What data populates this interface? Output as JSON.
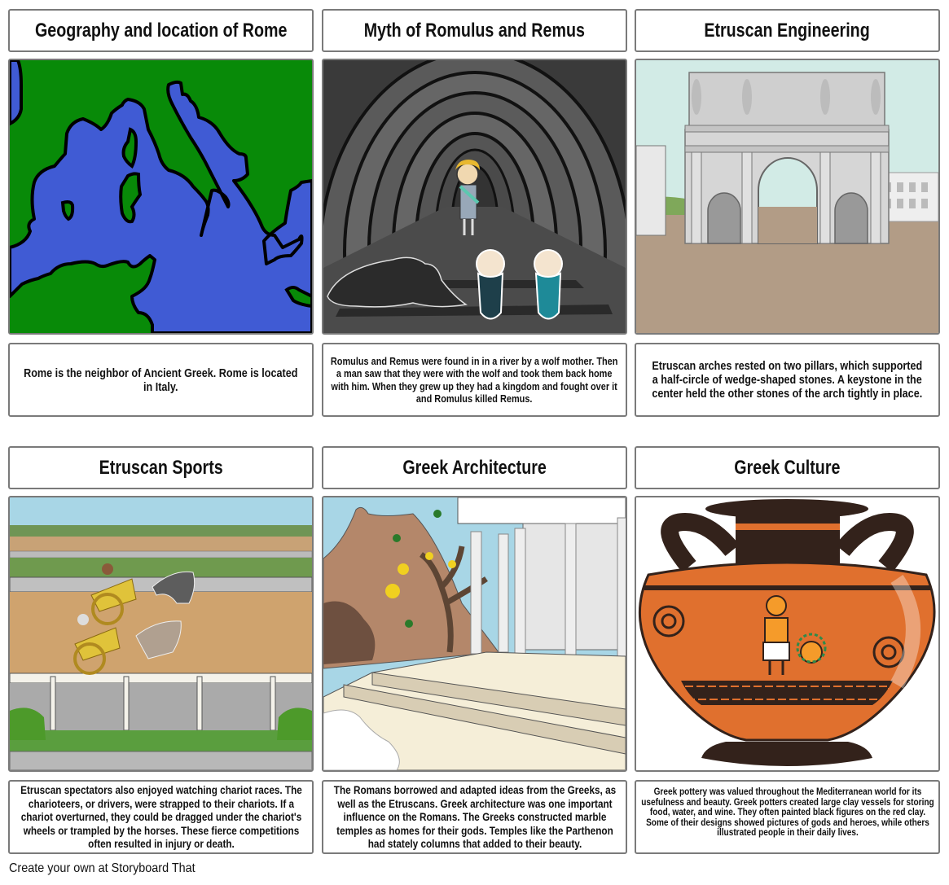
{
  "storyboard": {
    "cells": [
      {
        "title": "Geography and location of Rome",
        "scene": "map-of-italy-mediterranean",
        "description": "Rome is the neighbor of Ancient Greek. Rome is located in Italy."
      },
      {
        "title": "Myth of Romulus and Remus",
        "scene": "cave-with-wolf-man-and-twin-babies",
        "description": "Romulus and Remus were found in in a river by a wolf mother. Then a man saw that they were with the wolf and took them back home with him. When they grew up they had a kingdom and fought over it and Romulus killed Remus."
      },
      {
        "title": "Etruscan Engineering",
        "scene": "triumphal-arch",
        "description": "Etruscan arches rested on two pillars, which supported a half-circle of wedge-shaped stones. A keystone in the center held the other stones of the arch tightly in place."
      },
      {
        "title": "Etruscan Sports",
        "scene": "chariot-race",
        "description": "Etruscan spectators also enjoyed watching chariot races. The charioteers, or drivers, were strapped to their chariots. If a chariot overturned, they could be dragged under the chariot's wheels or trampled by the horses. These fierce competitions often resulted in injury or death."
      },
      {
        "title": "Greek Architecture",
        "scene": "greek-temple-columns",
        "description": "The Romans borrowed and adapted ideas from the Greeks, as well as the Etruscans. Greek architecture was one important influence on the Romans. The Greeks constructed marble temples as homes for their gods. Temples like the Parthenon had stately columns that added to their beauty."
      },
      {
        "title": "Greek Culture",
        "scene": "greek-amphora-vase",
        "description": "Greek pottery was valued throughout the Mediterranean world for its usefulness and beauty. Greek potters created large clay vessels for storing food, water, and wine. They often painted black figures on the red clay. Some of their designs showed pictures of gods and heroes, while others illustrated people in their daily lives."
      }
    ]
  },
  "footer": {
    "text": "Create your own at Storyboard That"
  },
  "colors": {
    "border": "#7a7a7a",
    "map_land": "#088a08",
    "map_sea": "#405bd4",
    "vase_orange": "#e0702e",
    "vase_dark": "#33221b"
  }
}
